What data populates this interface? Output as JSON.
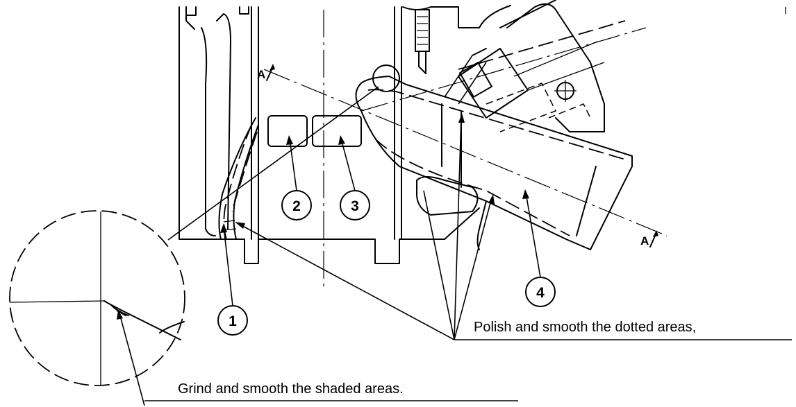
{
  "callouts": {
    "c1": "1",
    "c2": "2",
    "c3": "3",
    "c4": "4"
  },
  "section_marks": {
    "left": "A",
    "right": "A"
  },
  "notes": {
    "polish": "Polish and smooth the dotted areas,",
    "grind": "Grind and smooth the shaded areas."
  }
}
